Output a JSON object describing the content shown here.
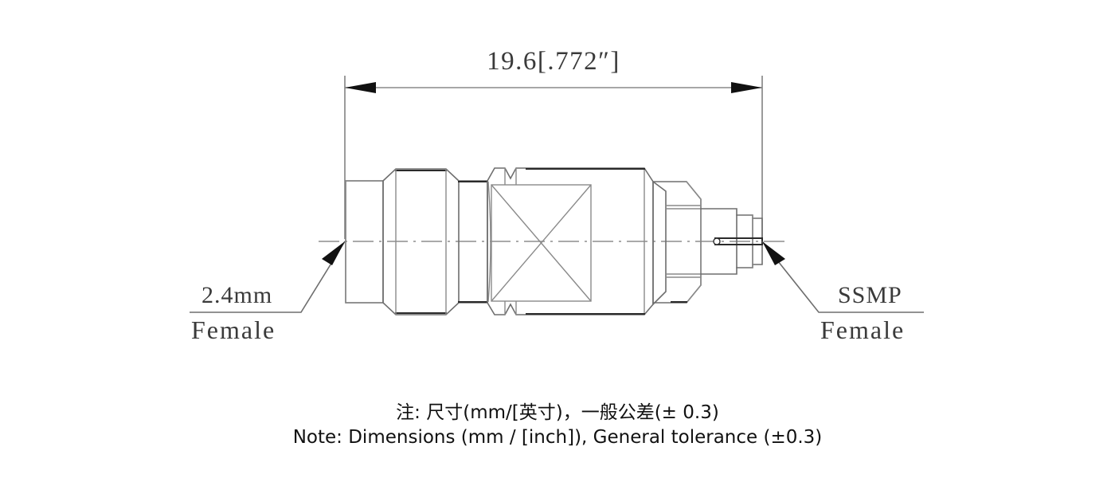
{
  "drawing": {
    "title_dimension": "19.6[.772″]",
    "dimension_value_mm": "19.6",
    "dimension_value_inch": ".772″",
    "left_callout": {
      "connector": "2.4mm",
      "gender": "Female"
    },
    "right_callout": {
      "connector": "SSMP",
      "gender": "Female"
    },
    "notes": {
      "line_cn": "注: 尺寸(mm/[英寸)，一般公差(± 0.3)",
      "line_en": "Note: Dimensions (mm / [inch]), General tolerance (±0.3)"
    },
    "colors": {
      "background": "#ffffff",
      "outline": "#6e6e6e",
      "outline_dark": "#2a2a2a",
      "centerline": "#8d8d8d",
      "text": "#3a3a3a",
      "note_text": "#111111",
      "arrow": "#111111"
    },
    "icons": {
      "left_arrow": "arrow-left-icon",
      "right_arrow": "arrow-right-icon",
      "leader_left": "leader-arrow-icon",
      "leader_right": "leader-arrow-icon"
    }
  }
}
